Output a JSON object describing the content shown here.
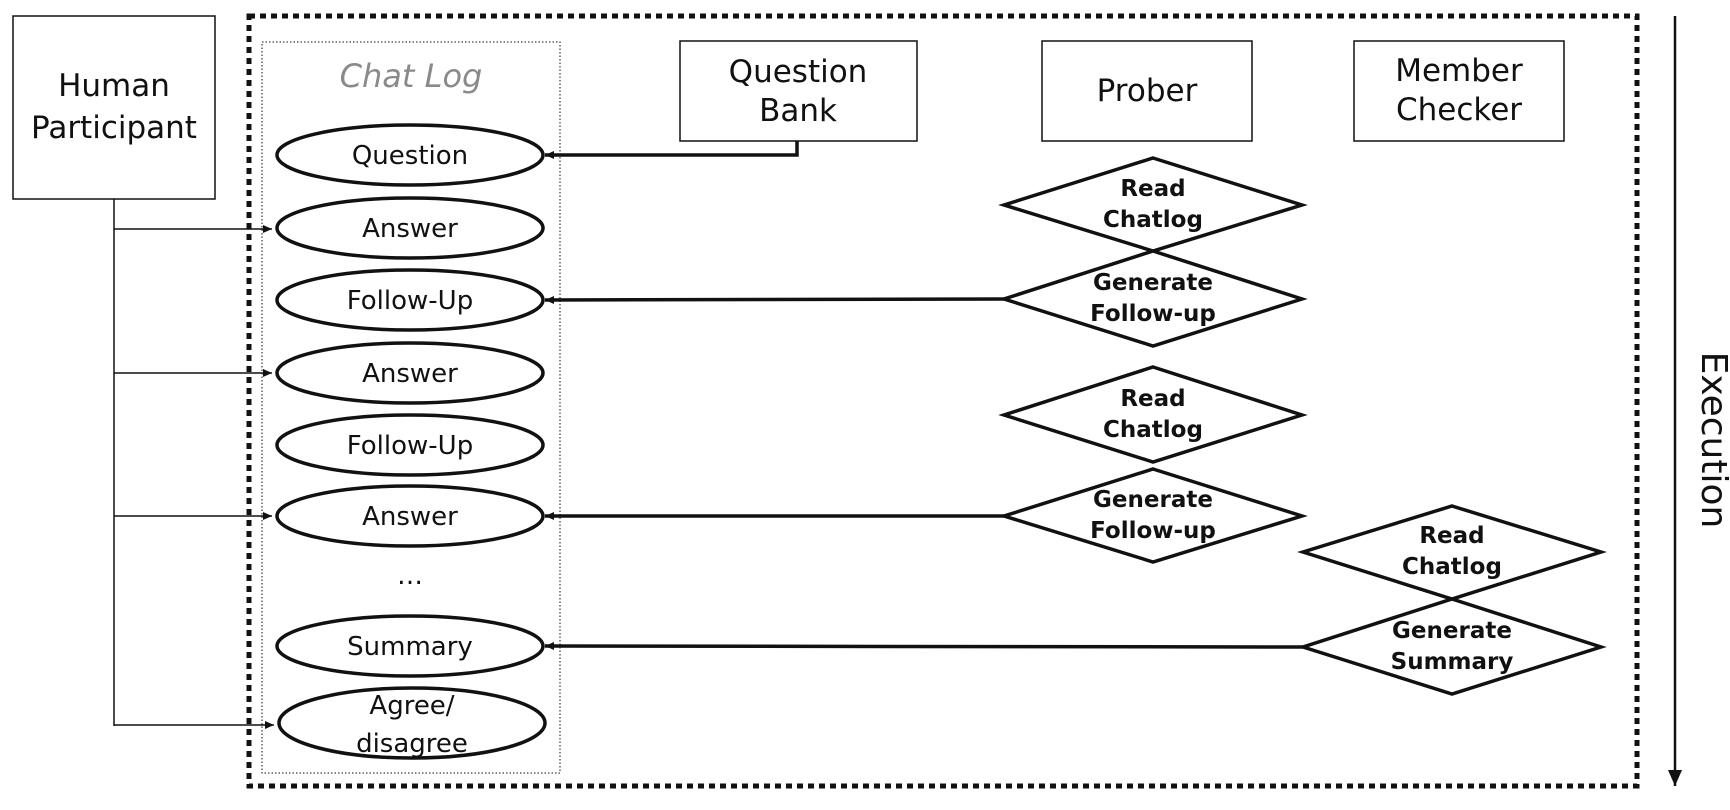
{
  "participant": {
    "line1": "Human",
    "line2": "Participant"
  },
  "chat_log": {
    "title": "Chat Log",
    "items": [
      {
        "id": "question",
        "lines": [
          "Question"
        ]
      },
      {
        "id": "answer-1",
        "lines": [
          "Answer"
        ]
      },
      {
        "id": "follow-up-1",
        "lines": [
          "Follow-Up"
        ]
      },
      {
        "id": "answer-2",
        "lines": [
          "Answer"
        ]
      },
      {
        "id": "follow-up-2",
        "lines": [
          "Follow-Up"
        ]
      },
      {
        "id": "answer-3",
        "lines": [
          "Answer"
        ]
      },
      {
        "id": "summary",
        "lines": [
          "Summary"
        ]
      },
      {
        "id": "agree",
        "lines": [
          "Agree/",
          "disagree"
        ]
      }
    ],
    "ellipsis": "…"
  },
  "agents": {
    "question_bank": {
      "line1": "Question",
      "line2": "Bank"
    },
    "prober": {
      "line1": "Prober"
    },
    "member_checker": {
      "line1": "Member",
      "line2": "Checker"
    }
  },
  "actions": {
    "read_line1": "Read",
    "read_line2": "Chatlog",
    "generate_line1": "Generate",
    "follow_line2": "Follow-up",
    "summary_line2": "Summary"
  },
  "execution_label": "Execution"
}
